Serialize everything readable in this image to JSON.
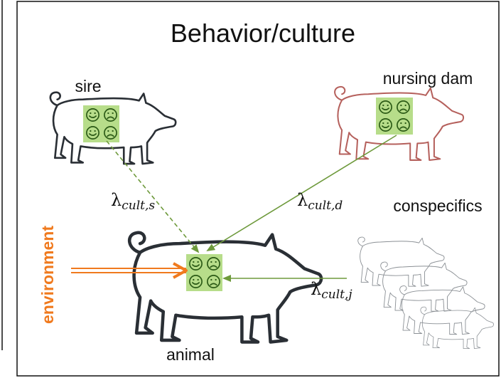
{
  "title": "Behavior/culture",
  "nodes": {
    "sire": "sire",
    "nursing_dam": "nursing dam",
    "conspecifics": "conspecifics",
    "animal": "animal",
    "environment": "environment"
  },
  "paths": {
    "sire": {
      "symbol": "λ",
      "subscript": "cult,s"
    },
    "dam": {
      "symbol": "λ",
      "subscript": "cult,d"
    },
    "peers": {
      "symbol": "λ",
      "subscript": "cult,j"
    }
  },
  "colors": {
    "sire_pig": "#2a2f35",
    "dam_pig": "#b5605c",
    "animal_pig": "#2a2f35",
    "conspecific_pig": "#8a8f94",
    "emotion_box": "#b7dd8a",
    "face_stroke": "#2b5a16",
    "path_line": "#6e9a3c",
    "environment": "#f07a1e"
  },
  "icons": [
    "happy-face-icon",
    "sad-face-icon"
  ]
}
